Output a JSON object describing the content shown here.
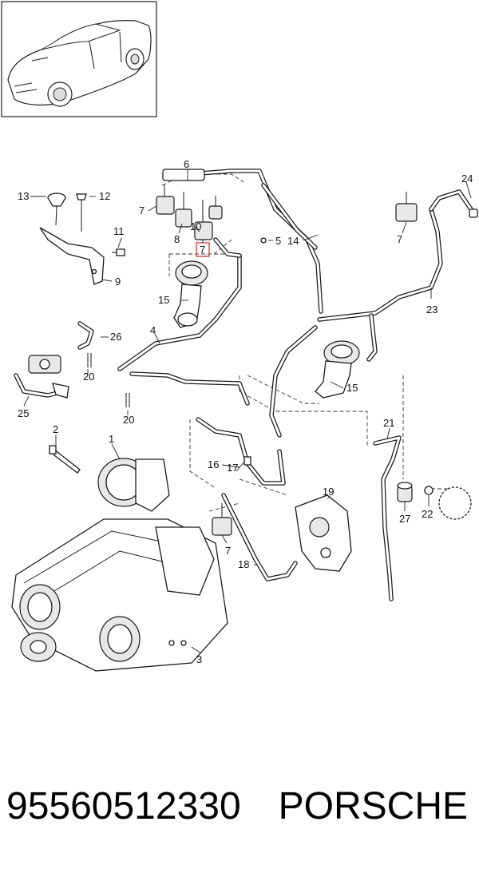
{
  "callouts": {
    "c1": "1",
    "c2": "2",
    "c3": "3",
    "c4": "4",
    "c5": "5",
    "c6": "6",
    "c7a": "7",
    "c7b": "7",
    "c7c": "7",
    "c7d": "7",
    "c8": "8",
    "c9": "9",
    "c10": "10",
    "c11": "11",
    "c12": "12",
    "c13": "13",
    "c14": "14",
    "c15a": "15",
    "c15b": "15",
    "c16": "16",
    "c17": "17",
    "c18": "18",
    "c19": "19",
    "c20a": "20",
    "c20b": "20",
    "c21": "21",
    "c22": "22",
    "c23": "23",
    "c24": "24",
    "c25": "25",
    "c26": "26",
    "c27": "27"
  },
  "highlight_color": "#d9534f",
  "footer": {
    "part_number": "95560512330",
    "brand": "PORSCHE"
  }
}
